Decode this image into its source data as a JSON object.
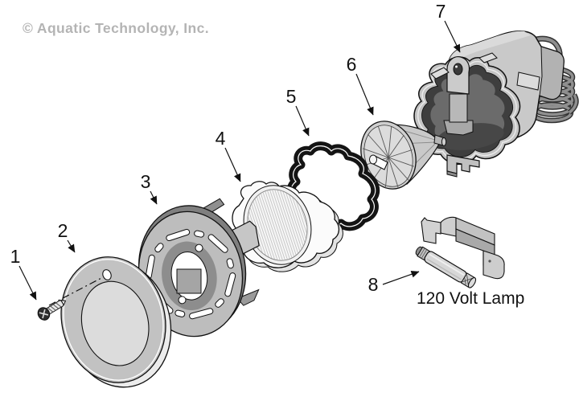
{
  "watermark": "© Aquatic Technology, Inc.",
  "caption": {
    "lamp": "120 Volt Lamp"
  },
  "callouts": [
    {
      "number": "1",
      "part": "screw"
    },
    {
      "number": "2",
      "part": "face-ring"
    },
    {
      "number": "3",
      "part": "mounting-plate"
    },
    {
      "number": "4",
      "part": "lens"
    },
    {
      "number": "5",
      "part": "lens-gasket"
    },
    {
      "number": "6",
      "part": "reflector"
    },
    {
      "number": "7",
      "part": "light-housing"
    },
    {
      "number": "8",
      "part": "120-volt-lamp"
    }
  ],
  "colors": {
    "line": "#111111",
    "light_gray": "#c9c9c9",
    "mid_gray": "#a9a9a9",
    "dark_gray": "#3e3e3e",
    "watermark_gray": "#b4b4b4",
    "background": "#ffffff"
  }
}
